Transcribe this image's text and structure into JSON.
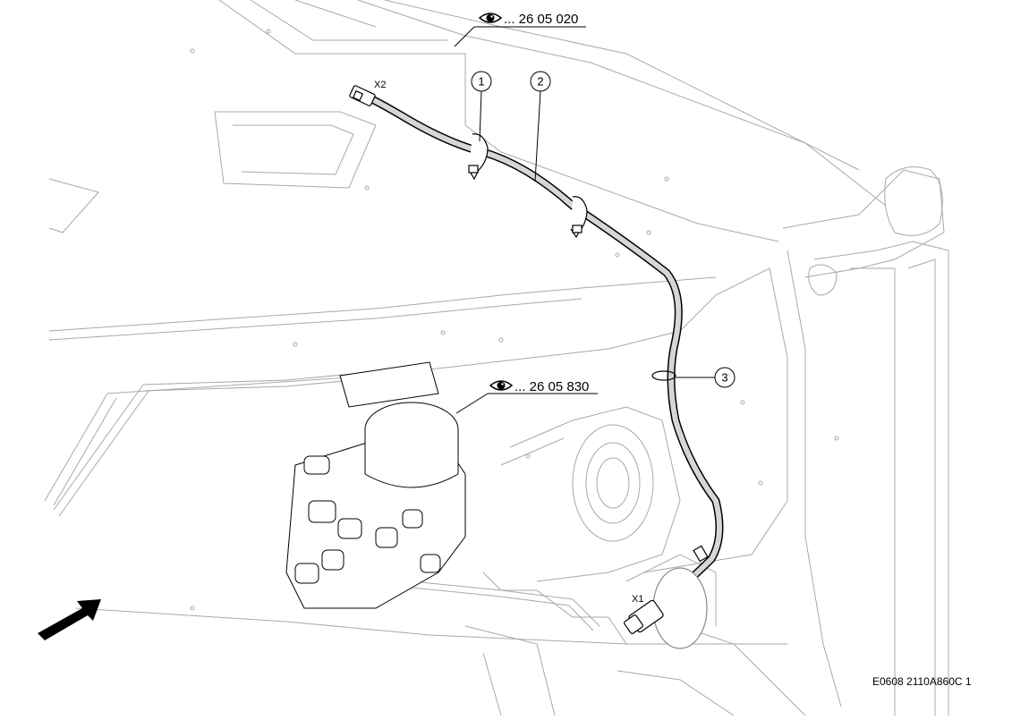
{
  "references": [
    {
      "id": "ref-top",
      "text": "... 26 05 020",
      "icon": "eye-icon"
    },
    {
      "id": "ref-middle",
      "text": "... 26 05 830",
      "icon": "eye-icon"
    }
  ],
  "callouts": [
    "1",
    "2",
    "3"
  ],
  "connectors": {
    "x1": "X1",
    "x2": "X2"
  },
  "drawing_id": "E0608 2110A860C 1",
  "colors": {
    "line": "#000000",
    "light_line": "#9a9a9a",
    "cable": "#cfcfcf",
    "background": "#ffffff"
  }
}
